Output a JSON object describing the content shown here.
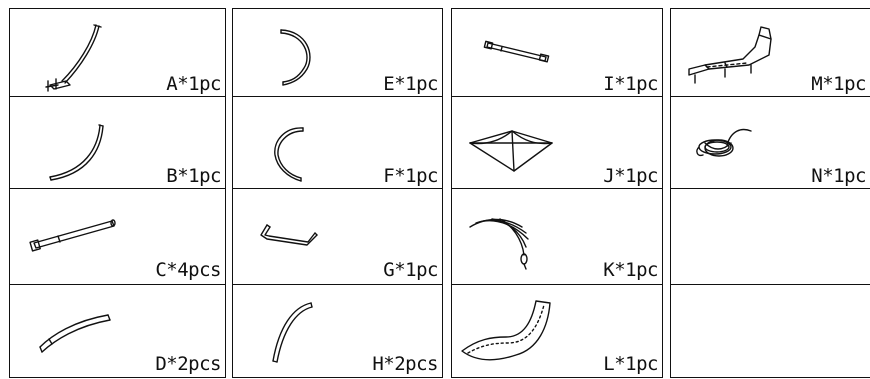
{
  "parts": [
    {
      "letter": "A",
      "label": "A*1pc",
      "icon": "curved-pole-with-base-icon"
    },
    {
      "letter": "B",
      "label": "B*1pc",
      "icon": "curved-tube-icon"
    },
    {
      "letter": "C",
      "label": "C*4pcs",
      "icon": "straight-tube-icon"
    },
    {
      "letter": "D",
      "label": "D*2pcs",
      "icon": "bent-tube-icon"
    },
    {
      "letter": "E",
      "label": "E*1pc",
      "icon": "semicircle-arc-tube-icon"
    },
    {
      "letter": "F",
      "label": "F*1pc",
      "icon": "c-shaped-tube-icon"
    },
    {
      "letter": "G",
      "label": "G*1pc",
      "icon": "u-shaped-handle-icon"
    },
    {
      "letter": "H",
      "label": "H*2pcs",
      "icon": "long-arc-tube-icon"
    },
    {
      "letter": "I",
      "label": "I*1pc",
      "icon": "spreader-bar-icon"
    },
    {
      "letter": "J",
      "label": "J*1pc",
      "icon": "canopy-icon"
    },
    {
      "letter": "K",
      "label": "K*1pc",
      "icon": "tassel-strings-icon"
    },
    {
      "letter": "L",
      "label": "L*1pc",
      "icon": "lounger-fabric-icon"
    },
    {
      "letter": "M",
      "label": "M*1pc",
      "icon": "lounger-bed-icon"
    },
    {
      "letter": "N",
      "label": "N*1pc",
      "icon": "rope-bundle-icon"
    }
  ]
}
